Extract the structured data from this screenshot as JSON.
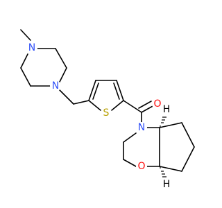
{
  "molecule": {
    "atoms": [
      {
        "id": "N_methyl",
        "label": "N",
        "color": "#3050F8"
      },
      {
        "id": "N_benzyl",
        "label": "N",
        "color": "#3050F8"
      },
      {
        "id": "S_thiophene",
        "label": "S",
        "color": "#B8A000"
      },
      {
        "id": "O_carbonyl",
        "label": "O",
        "color": "#FF0D0D"
      },
      {
        "id": "N_amide",
        "label": "N",
        "color": "#3050F8"
      },
      {
        "id": "O_ether",
        "label": "O",
        "color": "#FF0D0D"
      },
      {
        "id": "H_top",
        "label": "H",
        "color": "#000000"
      },
      {
        "id": "H_bottom",
        "label": "H",
        "color": "#000000"
      }
    ]
  }
}
